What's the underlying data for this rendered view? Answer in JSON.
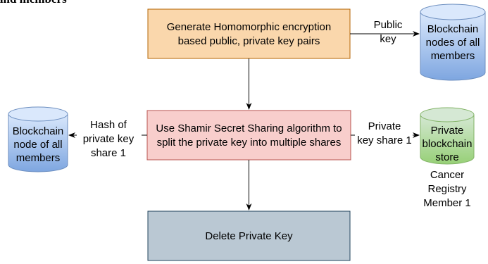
{
  "clipped_header": "and members",
  "colors": {
    "orange_fill": "#fad7ac",
    "orange_stroke": "#b46504",
    "red_fill": "#f8cecc",
    "red_stroke": "#b85450",
    "gray_fill": "#bac8d3",
    "gray_stroke": "#23445d",
    "blue_top": "#dae8fc",
    "blue_bottom": "#7ea6e0",
    "blue_stroke": "#6c8ebf",
    "green_top": "#d5e8d4",
    "green_bottom": "#97d077",
    "green_stroke": "#82b366"
  },
  "nodes": {
    "generate": {
      "line1": "Generate Homomorphic encryption",
      "line2": "based public, private key pairs"
    },
    "shamir": {
      "line1": "Use Shamir Secret Sharing algorithm to",
      "line2": "split the private key into multiple shares"
    },
    "delete": {
      "label": "Delete Private Key"
    },
    "blockchain_right": {
      "line1": "Blockchain",
      "line2": "nodes of all",
      "line3": "members"
    },
    "blockchain_left": {
      "line1": "Blockchain",
      "line2": "node of all",
      "line3": "members"
    },
    "private_store": {
      "line1": "Private",
      "line2": "blockchain",
      "line3": "store"
    }
  },
  "edge_labels": {
    "public_key": {
      "line1": "Public",
      "line2": "key"
    },
    "hash_share": {
      "line1": "Hash of",
      "line2": "private key",
      "line3": "share 1"
    },
    "private_share": {
      "line1": "Private",
      "line2": "key share 1"
    }
  },
  "member_caption": {
    "line1": "Cancer",
    "line2": "Registry",
    "line3": "Member 1"
  }
}
